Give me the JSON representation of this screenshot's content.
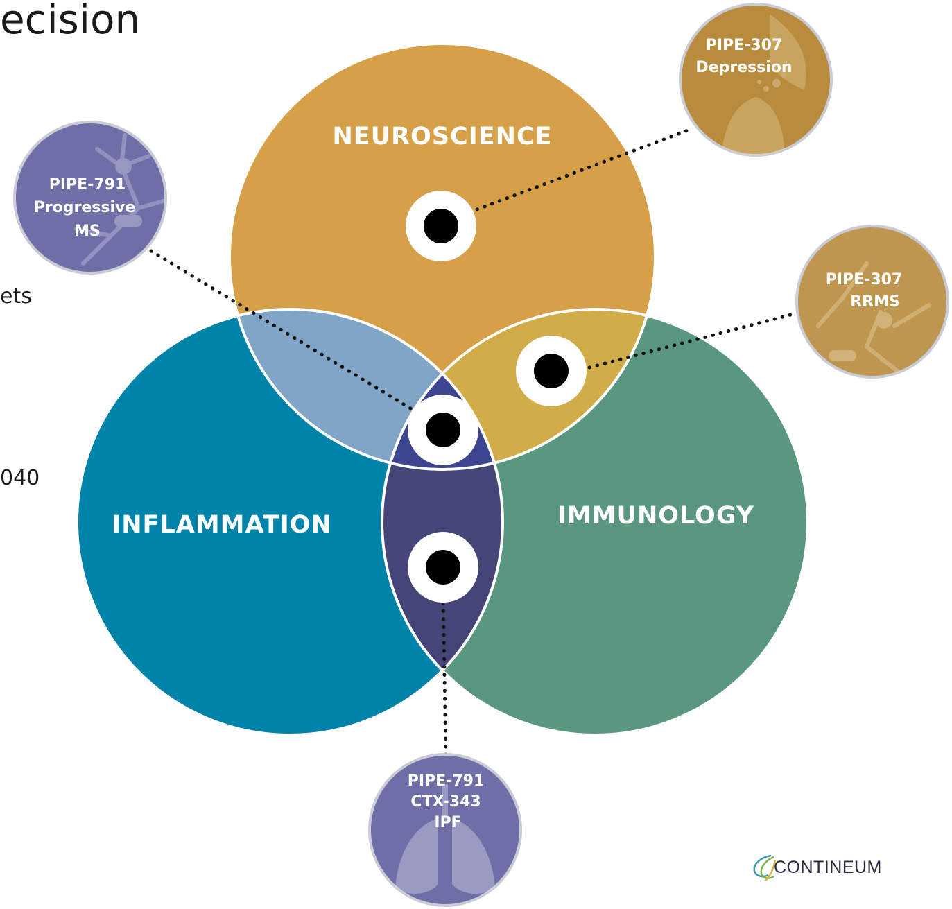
{
  "left_fragments": {
    "title": "ecision",
    "line1": "ets",
    "line2": "040"
  },
  "circles": {
    "neuroscience": "NEUROSCIENCE",
    "inflammation": "INFLAMMATION",
    "immunology": "IMMUNOLOGY"
  },
  "callouts": {
    "depression": {
      "line1": "PIPE-307",
      "line2": "Depression"
    },
    "progressive_ms": {
      "line1": "PIPE-791",
      "line2": "Progressive",
      "line3": "MS"
    },
    "rrms": {
      "line1": "PIPE-307",
      "line2": "RRMS"
    },
    "ipf": {
      "line1": "PIPE-791",
      "line2": "CTX-343",
      "line3": "IPF"
    }
  },
  "colors": {
    "neuroscience": "#d5a048",
    "inflammation": "#0083a9",
    "immunology": "#5a977f",
    "overlap_neuro_inflam": "#81a5c6",
    "overlap_neuro_immuno": "#d1ad4a",
    "overlap_center": "#3d4590",
    "overlap_inflam_immuno": "#454578",
    "callout_gold": "#b98b3d",
    "callout_purple": "#6f6ea6"
  },
  "logo": {
    "text": "CONTINEUM"
  }
}
